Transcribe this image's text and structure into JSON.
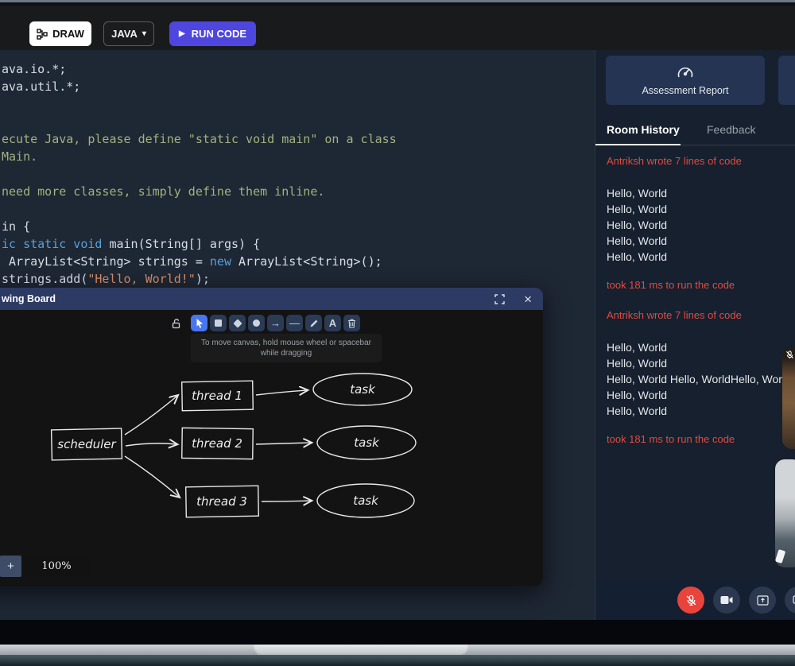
{
  "toolbar": {
    "draw_label": "DRAW",
    "language_label": "JAVA",
    "language_caret": "▾",
    "run_label": "RUN CODE",
    "run_play": "▶"
  },
  "editor": {
    "lines": [
      {
        "segments": [
          {
            "text": "ava.io.*;",
            "style": "plain"
          }
        ]
      },
      {
        "segments": [
          {
            "text": "ava.util.*;",
            "style": "plain"
          }
        ]
      },
      {},
      {},
      {
        "segments": [
          {
            "text": "ecute Java, please define \"static void main\" on a class",
            "style": "comment"
          }
        ]
      },
      {
        "segments": [
          {
            "text": "Main.",
            "style": "comment"
          }
        ]
      },
      {},
      {
        "segments": [
          {
            "text": "need more classes, simply define them inline.",
            "style": "comment"
          }
        ]
      },
      {},
      {
        "segments": [
          {
            "text": "in {",
            "style": "plain"
          }
        ]
      },
      {
        "segments": [
          {
            "text": "ic ",
            "style": "keyword"
          },
          {
            "text": "static void ",
            "style": "keyword"
          },
          {
            "text": "main(String[] args) {",
            "style": "plain"
          }
        ]
      },
      {
        "segments": [
          {
            "text": " ArrayList<String> strings = ",
            "style": "plain"
          },
          {
            "text": "new",
            "style": "keyword"
          },
          {
            "text": " ArrayList<String>();",
            "style": "plain"
          }
        ]
      },
      {
        "segments": [
          {
            "text": "strings.add(",
            "style": "plain"
          },
          {
            "text": "\"Hello, World!\"",
            "style": "string"
          },
          {
            "text": ");",
            "style": "plain"
          }
        ]
      }
    ]
  },
  "drawing_board": {
    "title": "wing Board",
    "hint_line1": "To move canvas, hold mouse wheel or spacebar",
    "hint_line2": "while dragging",
    "zoom_level": "100%",
    "zoom_plus": "+",
    "close_glyph": "×",
    "tool_arrow": "→",
    "tool_line": "—",
    "tool_text": "A",
    "active_tool": "cursor",
    "diagram": {
      "labels": {
        "scheduler": "scheduler",
        "thread1": "thread 1",
        "thread2": "thread 2",
        "thread3": "thread 3",
        "task1": "task",
        "task2": "task",
        "task3": "task"
      },
      "edges": [
        "scheduler→thread1",
        "scheduler→thread2",
        "scheduler→thread3",
        "thread1→task1",
        "thread2→task2",
        "thread3→task3"
      ]
    }
  },
  "sidebar": {
    "assessment_report_label": "Assessment Report",
    "tabs": [
      {
        "label": "Room History",
        "active": true
      },
      {
        "label": "Feedback",
        "active": false
      }
    ],
    "history": [
      {
        "type": "event",
        "text": "Antriksh wrote 7 lines of code"
      },
      {
        "type": "msg",
        "text": "Hello, World"
      },
      {
        "type": "msg",
        "text": "Hello, World"
      },
      {
        "type": "msg",
        "text": "Hello, World"
      },
      {
        "type": "msg",
        "text": "Hello, World"
      },
      {
        "type": "msg",
        "text": "Hello, World"
      },
      {
        "type": "event",
        "text": "took 181 ms to run the code"
      },
      {
        "type": "event",
        "text": "Antriksh wrote 7 lines of code"
      },
      {
        "type": "msg",
        "text": "Hello, World"
      },
      {
        "type": "msg",
        "text": "Hello, World"
      },
      {
        "type": "msg",
        "text": "Hello, World Hello, WorldHello, Wor"
      },
      {
        "type": "msg",
        "text": "Hello, World"
      },
      {
        "type": "msg",
        "text": "Hello, World"
      },
      {
        "type": "event",
        "text": "took 181 ms to run the code"
      }
    ]
  },
  "icons": {
    "draw": "flow-nodes",
    "assessment": "gauge",
    "fullscreen": "corner-brackets",
    "lock": "lock-open",
    "mic": "mic-off",
    "camera": "video-camera",
    "screen_share": "screen-share",
    "chat": "chat-lines"
  },
  "colors": {
    "accent_run": "#4f46e0",
    "tool_active": "#4876f2",
    "event_red": "#e04b40",
    "editor_bg": "#1e2734",
    "sidebar_bg": "#16202f",
    "board_header": "#2d3a64",
    "mic_danger": "#e8443c"
  }
}
